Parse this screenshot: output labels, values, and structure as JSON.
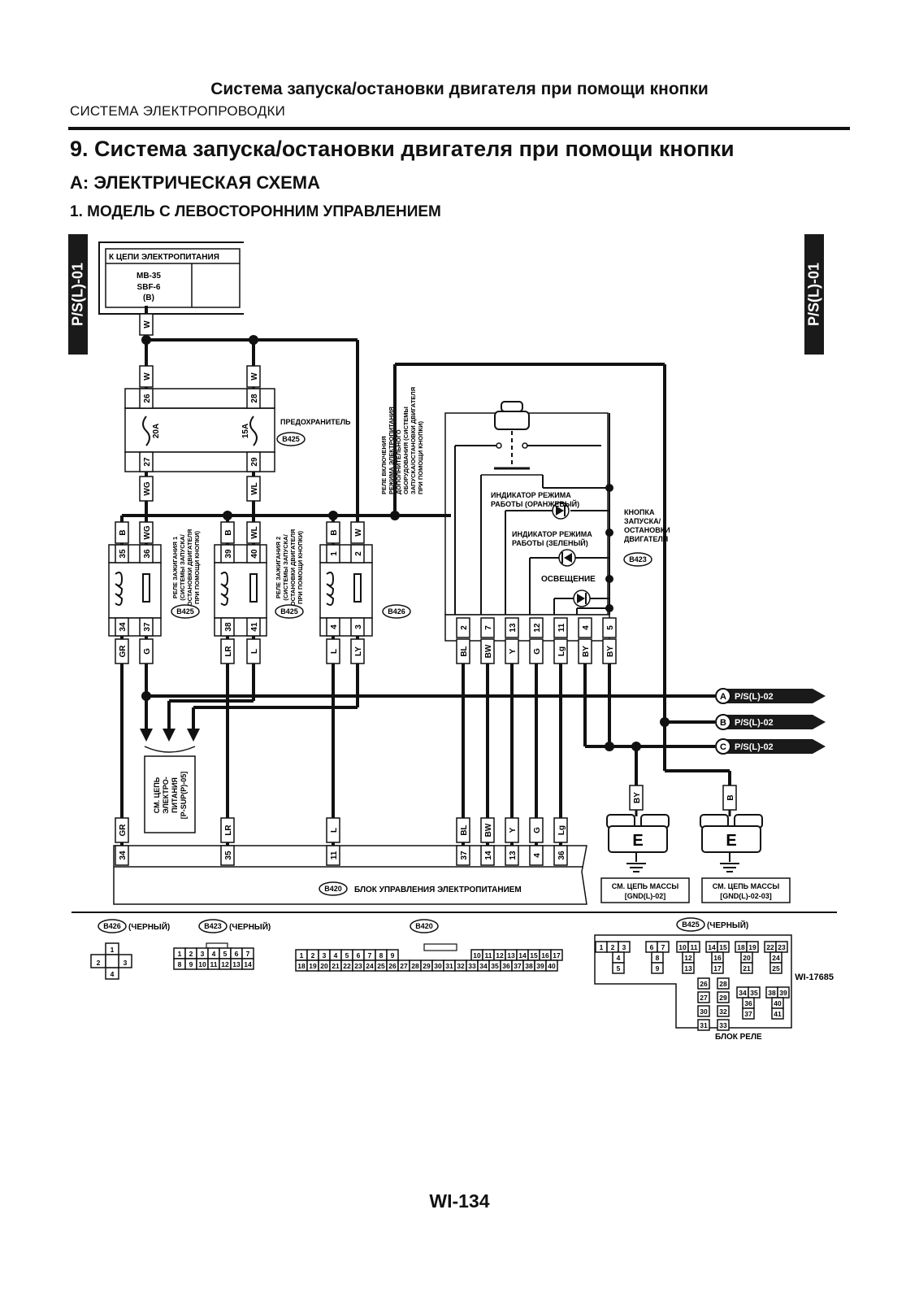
{
  "header": {
    "title": "Система запуска/остановки двигателя при помощи кнопки",
    "subtitle": "СИСТЕМА ЭЛЕКТРОПРОВОДКИ"
  },
  "section": {
    "title": "9.  Система запуска/остановки двигателя при помощи кнопки",
    "subtitle": "A:  ЭЛЕКТРИЧЕСКАЯ СХЕМА",
    "subsubtitle": "1.  МОДЕЛЬ С ЛЕВОСТОРОННИМ УПРАВЛЕНИЕМ"
  },
  "side_tab": {
    "left": "P/S(L)-01",
    "right": "P/S(L)-01"
  },
  "power_box": {
    "title": "К ЦЕПИ ЭЛЕКТРОПИТАНИЯ",
    "line1": "MB-35",
    "line2": "SBF-6",
    "line3": "(B)"
  },
  "fuse_block": {
    "label": "ПРЕДОХРАНИТЕЛЬ",
    "connector": "B425",
    "fuse1": "20A",
    "fuse2": "15A",
    "pins_top": [
      "26",
      "28"
    ],
    "pins_bottom": [
      "27",
      "29"
    ],
    "wires_top": [
      "W",
      "W"
    ],
    "wires_bottom": [
      "WG",
      "WL"
    ],
    "wire_main": "W"
  },
  "relays": [
    {
      "pins_top": [
        "35",
        "36"
      ],
      "wires_top": [
        "B",
        "WG"
      ],
      "pins_bottom": [
        "34",
        "37"
      ],
      "wires_bottom": [
        "GR",
        "G"
      ],
      "connector": "B425",
      "label": [
        "РЕЛЕ ЗАЖИГАНИЯ 1",
        "(СИСТЕМЫ ЗАПУСКА/",
        "ОСТАНОВКИ ДВИГАТЕЛЯ",
        "ПРИ ПОМОЩИ КНОПКИ)"
      ]
    },
    {
      "pins_top": [
        "39",
        "40"
      ],
      "wires_top": [
        "B",
        "WL"
      ],
      "pins_bottom": [
        "38",
        "41"
      ],
      "wires_bottom": [
        "LR",
        "L"
      ],
      "connector": "B425",
      "label": [
        "РЕЛЕ ЗАЖИГАНИЯ 2",
        "(СИСТЕМЫ ЗАПУСКА/",
        "ОСТАНОВКИ ДВИГАТЕЛЯ",
        "ПРИ ПОМОЩИ КНОПКИ)"
      ]
    },
    {
      "pins_top": [
        "1",
        "2"
      ],
      "wires_top": [
        "B",
        "W"
      ],
      "pins_bottom": [
        "4",
        "3"
      ],
      "wires_bottom": [
        "L",
        "LY"
      ],
      "connector": "B426",
      "label": [
        "РЕЛЕ ВКЛЮЧЕНИЯ",
        "РЕЖИМА ЭЛЕКТРОПИТАНИЯ",
        "ДОПОЛНИТЕЛЬНОГО",
        "ОБОРУДОВАНИЯ (СИСТЕМЫ",
        "ЗАПУСКА/ОСТАНОВКИ ДВИГАТЕЛЯ",
        "ПРИ ПОМОЩИ КНОПКИ)"
      ]
    }
  ],
  "switch": {
    "title": [
      "КНОПКА",
      "ЗАПУСКА/",
      "ОСТАНОВКИ",
      "ДВИГАТЕЛЯ"
    ],
    "connector": "B423",
    "ind_orange": [
      "ИНДИКАТОР РЕЖИМА",
      "РАБОТЫ (ОРАНЖЕВЫЙ)"
    ],
    "ind_green": [
      "ИНДИКАТОР РЕЖИМА",
      "РАБОТЫ (ЗЕЛЕНЫЙ)"
    ],
    "illum": "ОСВЕЩЕНИЕ",
    "pins": [
      "2",
      "7",
      "13",
      "12",
      "11",
      "4",
      "5"
    ],
    "wires": [
      "BL",
      "BW",
      "Y",
      "G",
      "Lg",
      "BY",
      "BY"
    ]
  },
  "offpage": [
    {
      "letter": "A",
      "ref": "P/S(L)-02"
    },
    {
      "letter": "B",
      "ref": "P/S(L)-02"
    },
    {
      "letter": "C",
      "ref": "P/S(L)-02"
    }
  ],
  "power_ref": [
    "СМ. ЦЕПЬ",
    "ЭЛЕКТРО-",
    "ПИТАНИЯ",
    "[P-SUP(P)-05]"
  ],
  "grounds": [
    {
      "wire": "BY",
      "letter": "E",
      "ref1": "СМ. ЦЕПЬ МАССЫ",
      "ref2": "[GND(L)-02]"
    },
    {
      "wire": "B",
      "letter": "E",
      "ref1": "СМ. ЦЕПЬ МАССЫ",
      "ref2": "[GND(L)-02-03]"
    }
  ],
  "module": {
    "connector": "B420",
    "label": "БЛОК УПРАВЛЕНИЯ ЭЛЕКТРОПИТАНИЕМ",
    "wires": [
      "GR",
      "LR",
      "L",
      "BL",
      "BW",
      "Y",
      "G",
      "Lg"
    ],
    "pins": [
      "34",
      "35",
      "11",
      "37",
      "14",
      "13",
      "4",
      "36"
    ]
  },
  "connector_views": {
    "b426": {
      "name": "B426",
      "color": "(ЧЕРНЫЙ)",
      "pins": [
        "1",
        "2",
        "3",
        "4"
      ]
    },
    "b423": {
      "name": "B423",
      "color": "(ЧЕРНЫЙ)",
      "row1": [
        "1",
        "2",
        "3",
        "4",
        "5",
        "6",
        "7"
      ],
      "row2": [
        "8",
        "9",
        "10",
        "11",
        "12",
        "13",
        "14"
      ]
    },
    "b420": {
      "name": "B420",
      "row1a": [
        "1",
        "2",
        "3",
        "4",
        "5",
        "6",
        "7",
        "8",
        "9"
      ],
      "row1b": [
        "10",
        "11",
        "12",
        "13",
        "14",
        "15",
        "16",
        "17"
      ],
      "row2": [
        "18",
        "19",
        "20",
        "21",
        "22",
        "23",
        "24",
        "25",
        "26",
        "27",
        "28",
        "29",
        "30",
        "31",
        "32",
        "33",
        "34",
        "35",
        "36",
        "37",
        "38",
        "39",
        "40"
      ]
    },
    "b425": {
      "name": "B425",
      "color": "(ЧЕРНЫЙ)",
      "caption": "БЛОК РЕЛЕ"
    }
  },
  "figure_id": "WI-17685",
  "page_number": "WI-134"
}
